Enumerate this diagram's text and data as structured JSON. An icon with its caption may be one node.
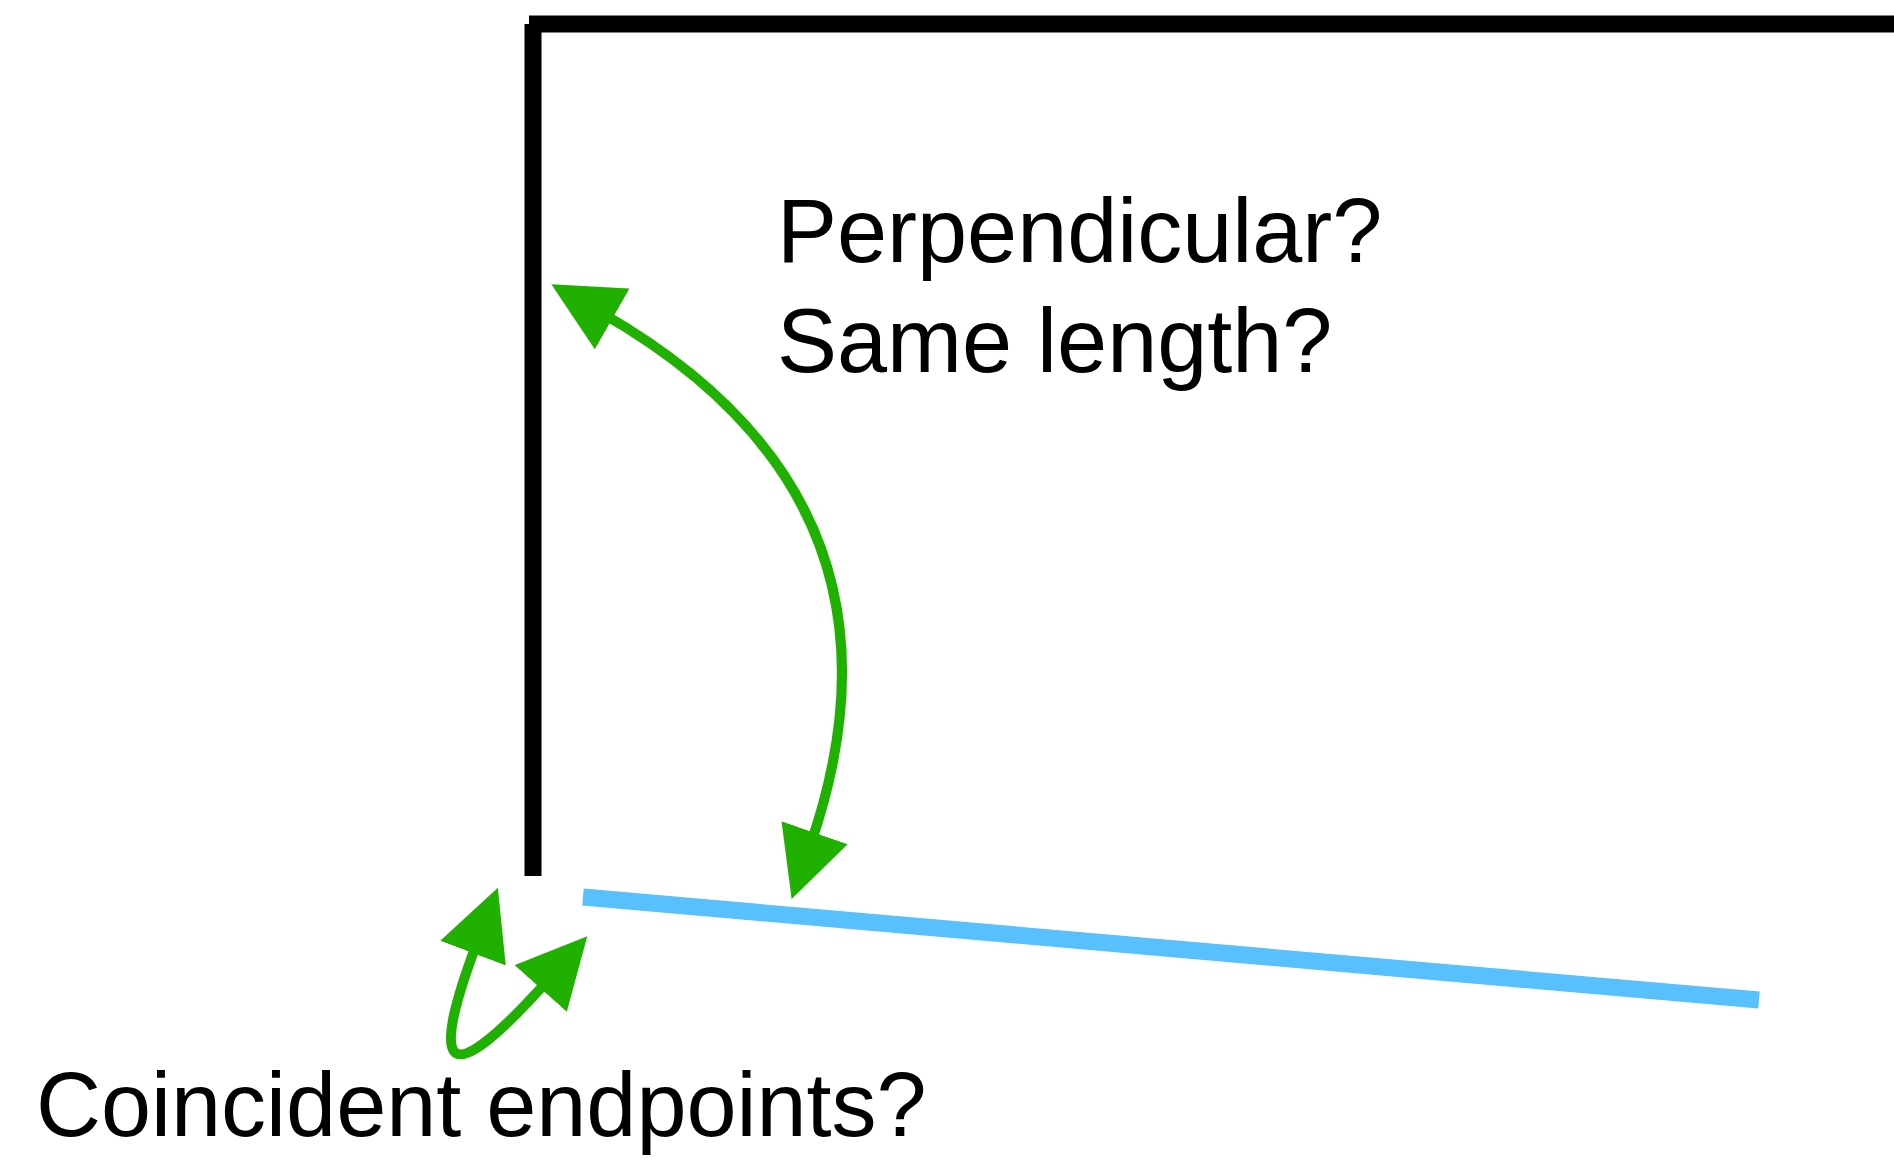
{
  "diagram": {
    "nodes": [
      {
        "text": [],
        "shape": "line"
      },
      {
        "text": [],
        "shape": "line"
      }
    ],
    "edges": [
      {
        "from": 0,
        "to": 1,
        "arrow": "both"
      },
      {
        "from": 0,
        "to": 1,
        "arrow": "both"
      }
    ],
    "labels": [
      "Perpendicular?",
      "Same length?",
      "Coincident endpoints?"
    ]
  }
}
